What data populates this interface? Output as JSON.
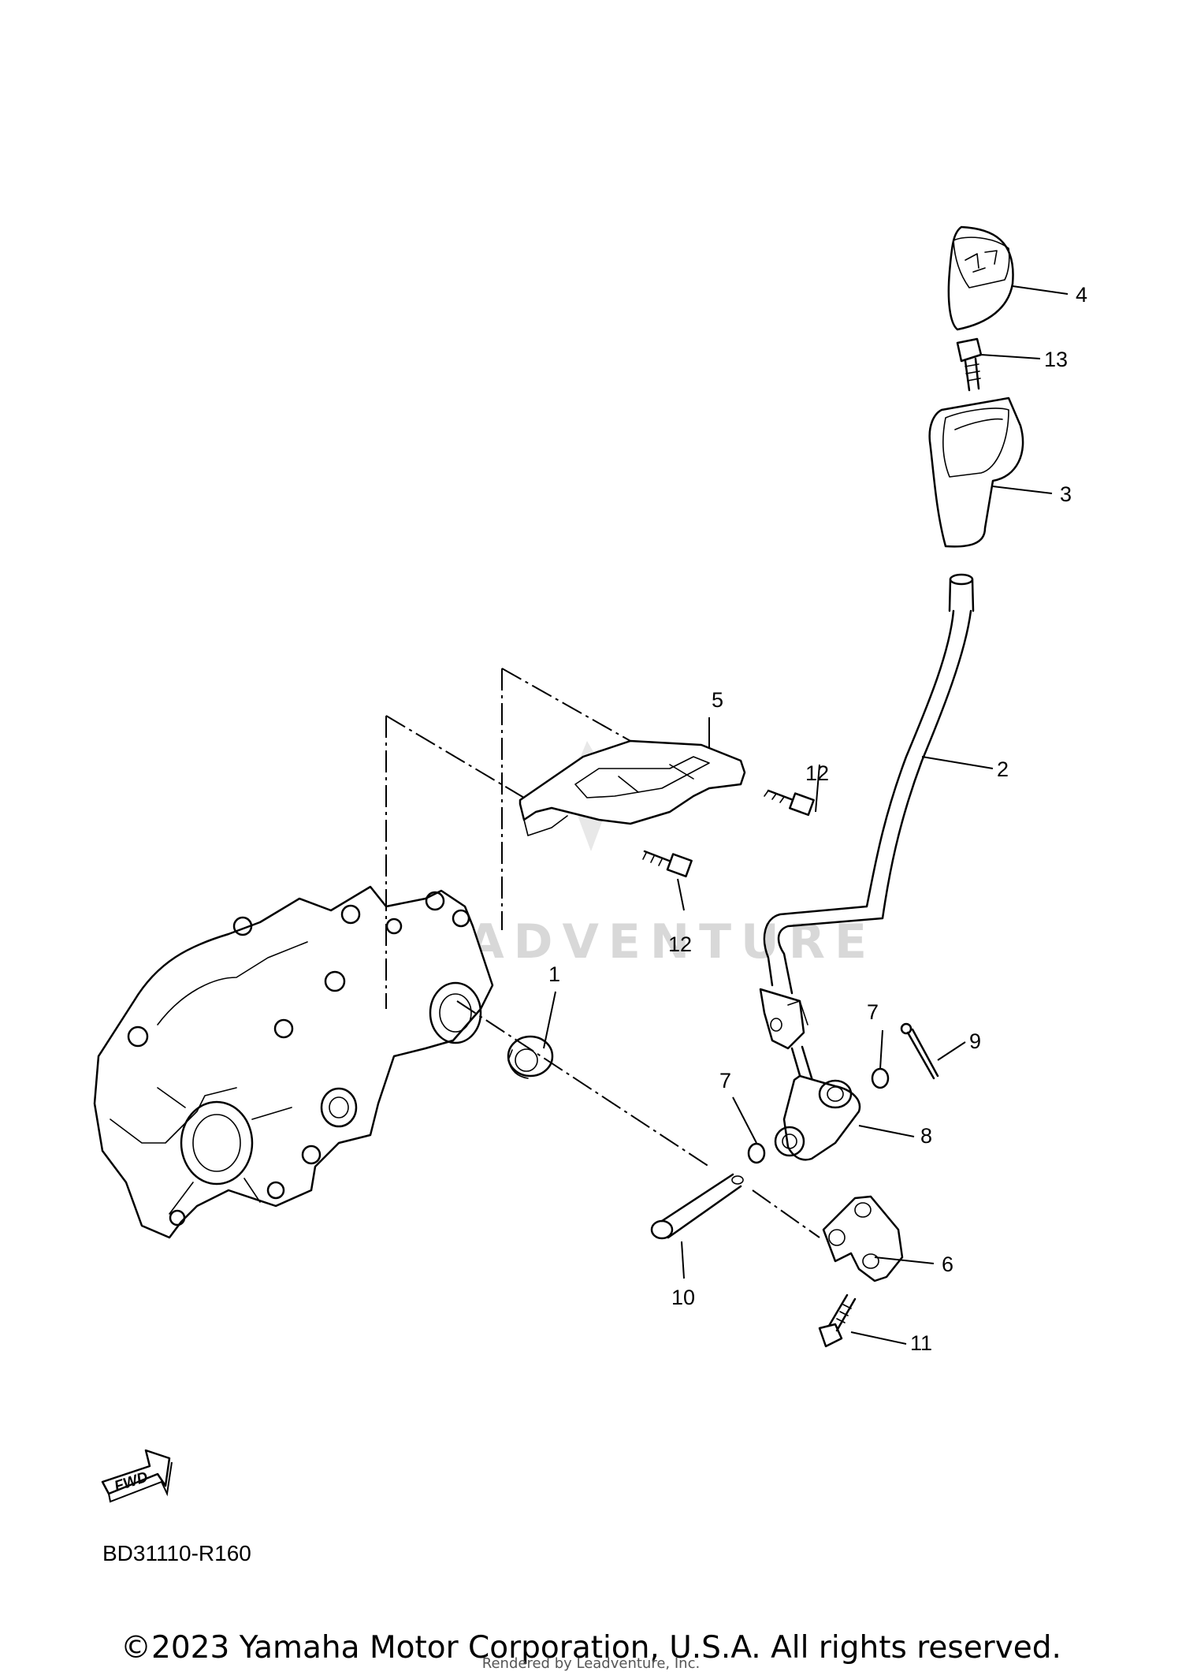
{
  "watermark": "LEADVENTURE",
  "callouts": {
    "c1": "1",
    "c2": "2",
    "c3": "3",
    "c4": "4",
    "c5": "5",
    "c6": "6",
    "c7a": "7",
    "c7b": "7",
    "c8": "8",
    "c9": "9",
    "c10": "10",
    "c11": "11",
    "c12a": "12",
    "c12b": "12",
    "c13": "13"
  },
  "fwd_badge": "FWD",
  "diagram_code": "BD31110-R160",
  "copyright": "©2023 Yamaha Motor Corporation, U.S.A. All rights reserved.",
  "rendered_by": "Rendered by Leadventure, Inc."
}
